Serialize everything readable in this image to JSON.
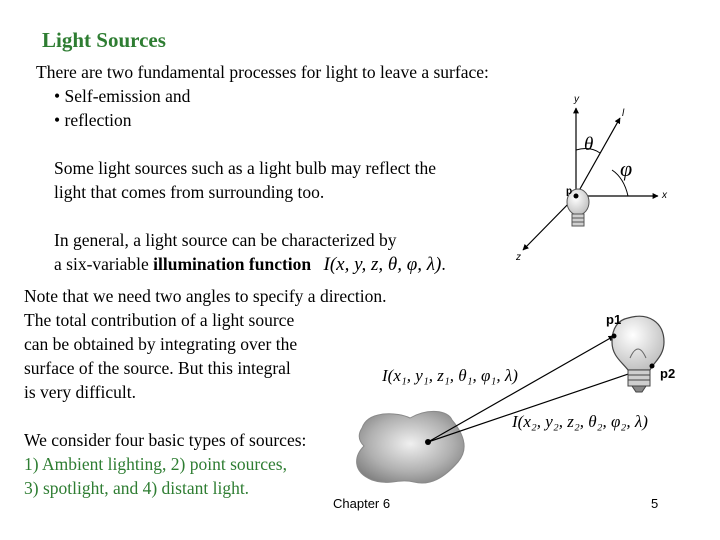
{
  "slide": {
    "title": "Light Sources",
    "intro": "There are two fundamental processes for light to leave a surface:",
    "bullets": [
      "• Self-emission and",
      "• reflection"
    ],
    "reflect_line1": "Some light sources such as a light bulb may reflect the",
    "reflect_line2": "light that comes from surrounding too.",
    "general_line1": "In general, a light source can be characterized by",
    "general_line2_prefix": "a six-variable",
    "general_line2_bold": "illumination function",
    "general_formula": "I(x, y, z, θ, φ, λ)",
    "general_period": ".",
    "note_lines": [
      "Note that we need two angles to specify a direction.",
      "The total contribution of a light source",
      "can be obtained by integrating over the",
      "surface of the source.  But this integral",
      "is very difficult."
    ],
    "consider_line": "We consider four basic types of sources:",
    "types_line1": "1) Ambient lighting, 2) point sources,",
    "types_line2": "3) spotlight, and 4) distant light.",
    "footer_chapter": "Chapter 6",
    "page_number": "5"
  },
  "diagram_top": {
    "axis_y": "y",
    "axis_x": "x",
    "axis_z": "z",
    "ray_label": "l",
    "theta": "θ",
    "phi": "φ",
    "point": "p"
  },
  "diagram_bottom": {
    "p1": "p1",
    "p2": "p2",
    "formula1": "I(x₁, y₁, z₁, θ₁, φ₁, λ)",
    "formula2": "I(x₂, y₂, z₂, θ₂, φ₂, λ)"
  },
  "colors": {
    "title": "#2e7d32",
    "types_text": "#2e7d32",
    "surface": "#9e9e9e"
  }
}
